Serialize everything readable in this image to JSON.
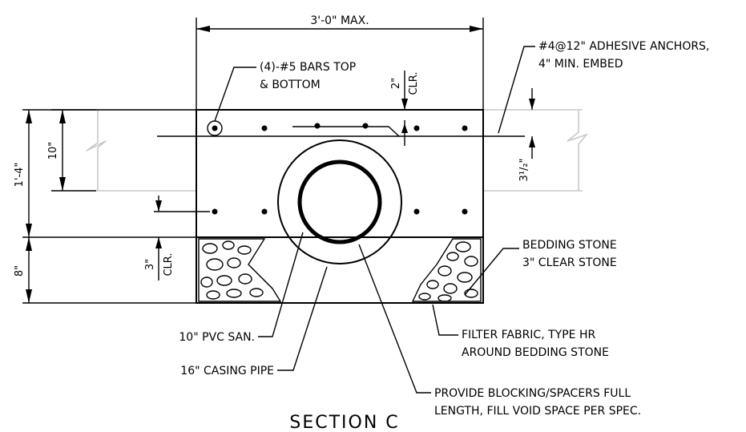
{
  "title": "SECTION C",
  "dimensions": {
    "width_max": "3'-0\" MAX.",
    "overall_height": "1'-4\"",
    "slab_thickness": "10\"",
    "bedding_depth": "8\"",
    "top_clear": "2\"",
    "top_clear_sub": "CLR.",
    "bottom_clear": "3\"",
    "bottom_clear_sub": "CLR.",
    "half_inch": "3¹/₂\""
  },
  "callouts": {
    "bars": [
      "(4)-#5 BARS TOP",
      "& BOTTOM"
    ],
    "anchors": [
      "#4@12\" ADHESIVE ANCHORS,",
      "4\" MIN. EMBED"
    ],
    "bedding": [
      "BEDDING STONE",
      "3\" CLEAR STONE"
    ],
    "filter": [
      "FILTER FABRIC, TYPE HR",
      "AROUND BEDDING STONE"
    ],
    "pvc": "10\" PVC SAN.",
    "casing": "16\" CASING PIPE",
    "blocking": [
      "PROVIDE BLOCKING/SPACERS FULL",
      "LENGTH, FILL VOID SPACE PER SPEC."
    ]
  }
}
